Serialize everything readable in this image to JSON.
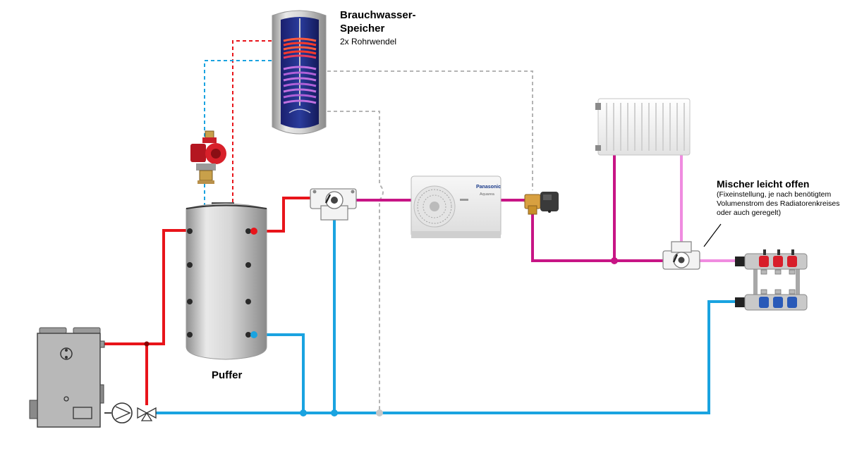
{
  "labels": {
    "storage_title_line1": "Brauchwasser-",
    "storage_title_line2": "Speicher",
    "storage_subtitle": "2x Rohrwendel",
    "buffer_title": "Puffer",
    "mixer_title": "Mischer leicht offen",
    "mixer_note_line1": "(Fixeinstellung, je nach benötigtem",
    "mixer_note_line2": "Volumenstrom des Radiatorenkreises",
    "mixer_note_line3": "oder auch geregelt)",
    "heatpump_brand": "Panasonic",
    "heatpump_model": "Aquarea"
  },
  "colors": {
    "flow_hot": "#e8141a",
    "return_cold": "#1aa3e0",
    "heatpump_flow": "#c71585",
    "radiator_return": "#f08ce0",
    "dhw_dashed": "#b4b4b4",
    "tank_steel": "#d0d0d0"
  },
  "icons": {
    "boiler": "boiler-icon",
    "circulation_pump": "pump-symbol-icon",
    "three_way_valve": "three-way-valve-icon",
    "buffer_tank": "buffer-tank-icon",
    "dhw_tank": "dhw-tank-icon",
    "circulator_pump": "circulator-pump-icon",
    "mixing_valve": "mixing-valve-icon",
    "heat_pump": "heat-pump-outdoor-unit-icon",
    "motor_valve": "motorized-valve-icon",
    "radiator": "radiator-icon",
    "manifold": "floor-heating-manifold-icon"
  }
}
